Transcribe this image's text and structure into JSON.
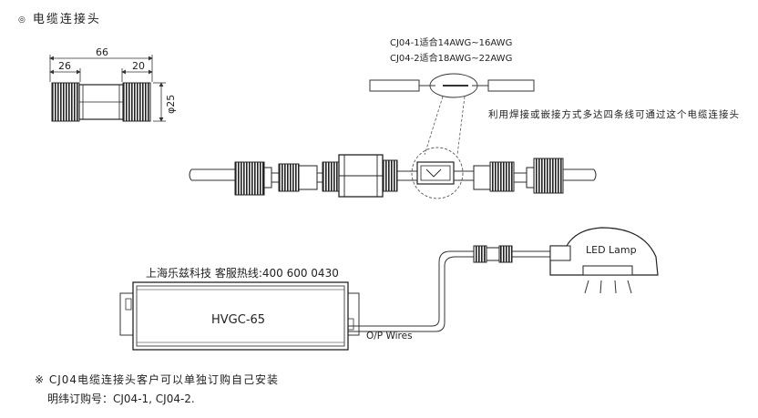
{
  "heading": "电缆连接头",
  "dimensions": {
    "total": "66",
    "left": "26",
    "right": "20",
    "diameter": "φ25"
  },
  "wire_specs": [
    "CJ04-1适合14AWG~16AWG",
    "CJ04-2适合18AWG~22AWG"
  ],
  "note": "利用焊接或嵌接方式多达四条线可通过这个电缆连接头",
  "company_line": "上海乐兹科技 客服热线:400 600 0430",
  "driver_label": "HVGC-65",
  "wires_label": "O/P Wires",
  "lamp_label": "LED Lamp",
  "footer": {
    "line1": "※ CJ04电缆连接头客户可以单独订购自己安装",
    "line2": "明纬订购号：CJ04-1, CJ04-2."
  }
}
